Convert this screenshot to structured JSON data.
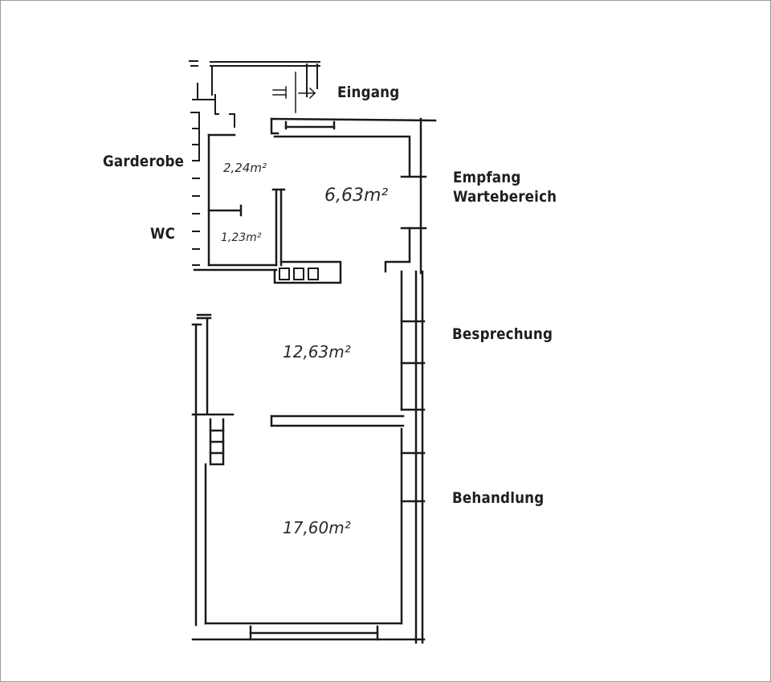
{
  "labels": {
    "entrance": "Eingang",
    "cloakroom": "Garderobe",
    "wc": "WC",
    "reception_line1": "Empfang",
    "reception_line2": "Wartebereich",
    "meeting": "Besprechung",
    "treatment": "Behandlung"
  },
  "areas": {
    "cloakroom": "2,24m²",
    "wc": "1,23m²",
    "reception": "6,63m²",
    "meeting": "12,63m²",
    "treatment": "17,60m²"
  },
  "colors": {
    "wall": "#1a1a1a",
    "label": "#1e1e1e",
    "frame": "#9a9a9a"
  }
}
